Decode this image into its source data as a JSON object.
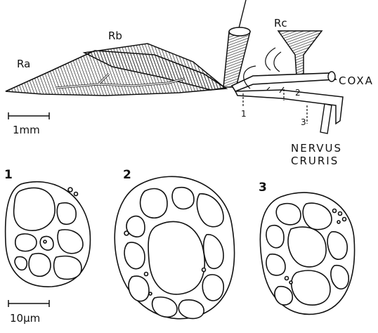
{
  "labels": {
    "muscle_a": "Ra",
    "muscle_b": "Rb",
    "muscle_c": "Rc",
    "coxa": "COXA",
    "nerve_line1": "NERVUS",
    "nerve_line2": "CRURIS",
    "section_1": "1",
    "section_2": "2",
    "section_3": "3"
  },
  "scale_bars": {
    "top": "1mm",
    "bottom": "10µm"
  },
  "panels": {
    "cross_section_1": "1",
    "cross_section_2": "2",
    "cross_section_3": "3"
  }
}
